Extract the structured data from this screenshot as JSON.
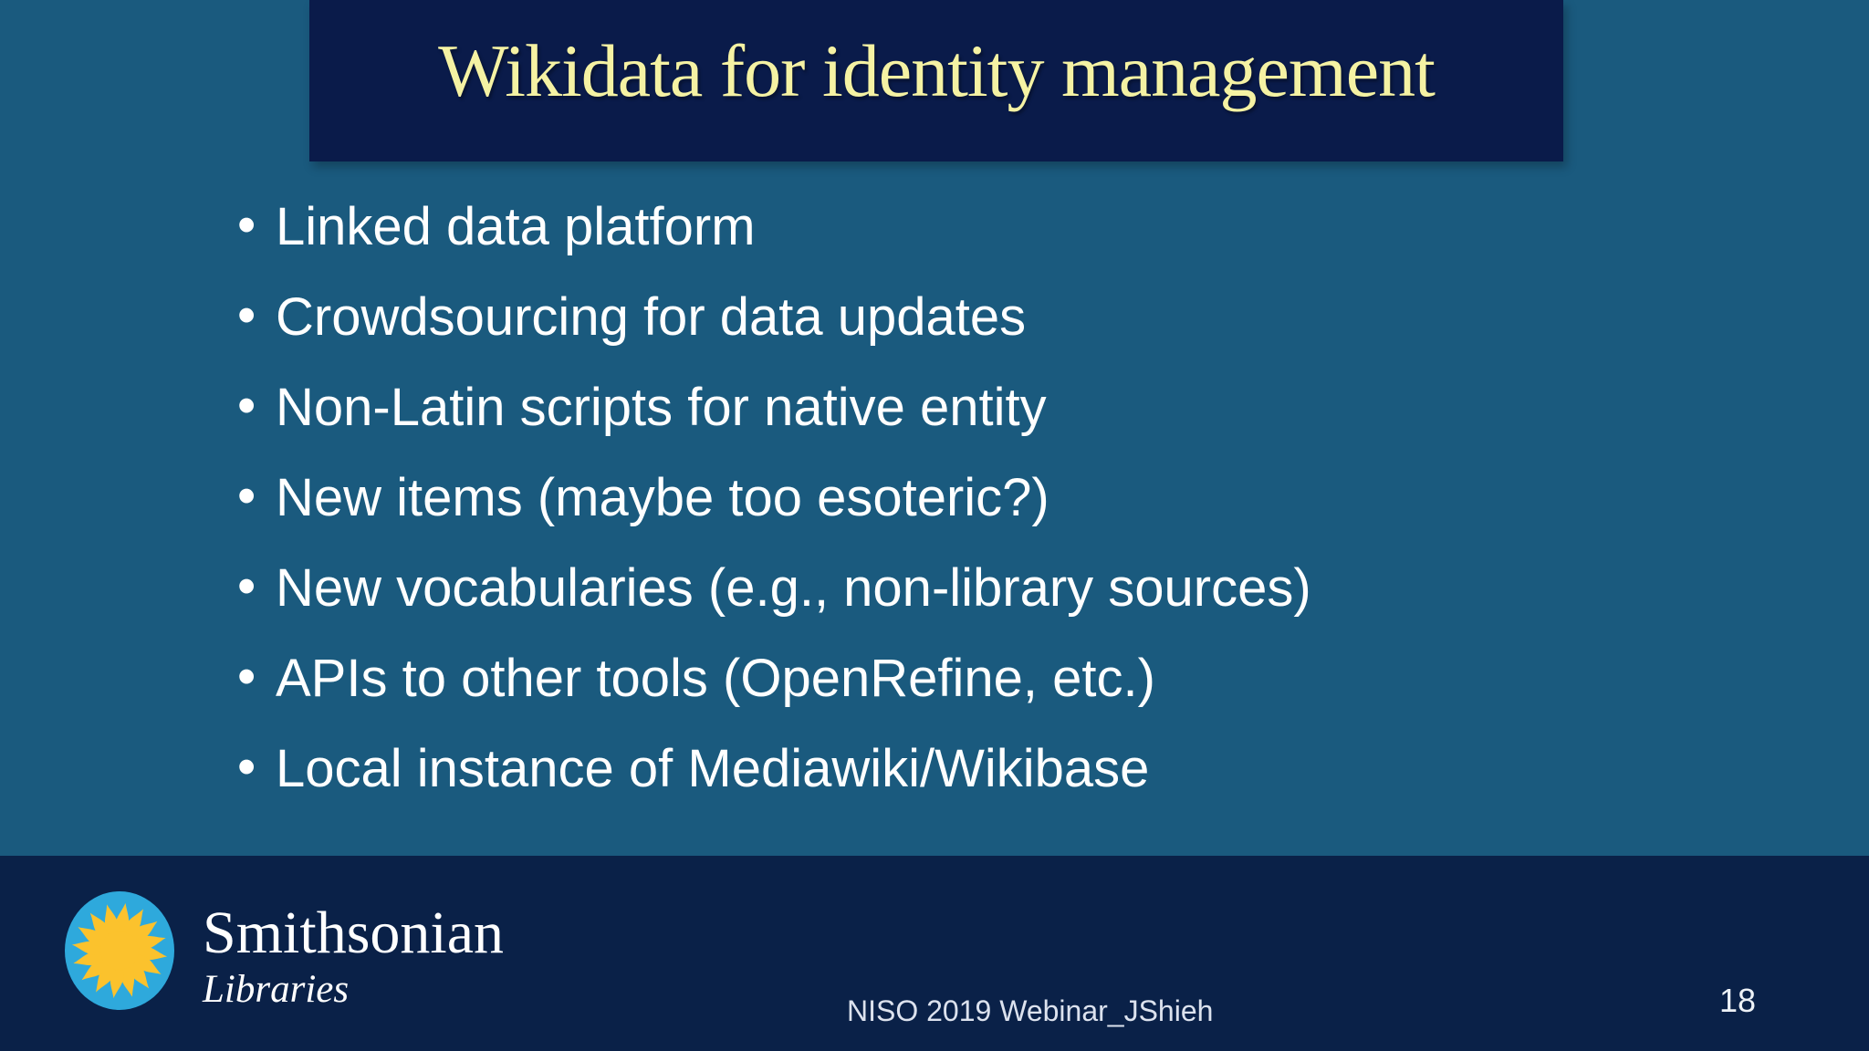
{
  "slide": {
    "title": "Wikidata for identity management",
    "bullets": [
      "Linked data platform",
      "Crowdsourcing for data updates",
      "Non-Latin scripts for native entity",
      "New items (maybe too esoteric?)",
      "New vocabularies (e.g., non-library sources)",
      "APIs to other tools (OpenRefine, etc.)",
      "Local instance of Mediawiki/Wikibase"
    ],
    "footer": {
      "org_name": "Smithsonian",
      "org_unit": "Libraries",
      "logo_icon": "sunburst-icon",
      "credit": "NISO 2019 Webinar_JShieh",
      "page_number": "18"
    }
  },
  "colors": {
    "bg": "#1A5A7E",
    "title-bar": "#0A1B4A",
    "title-text": "#F5F2A3",
    "body-text": "#FFFFFF",
    "footer-bar": "#0A2148",
    "footer-text": "#DCE2EE",
    "page-text": "#EDF1F6",
    "logo-blue": "#2EA9DC",
    "logo-yellow": "#FBC22D"
  }
}
